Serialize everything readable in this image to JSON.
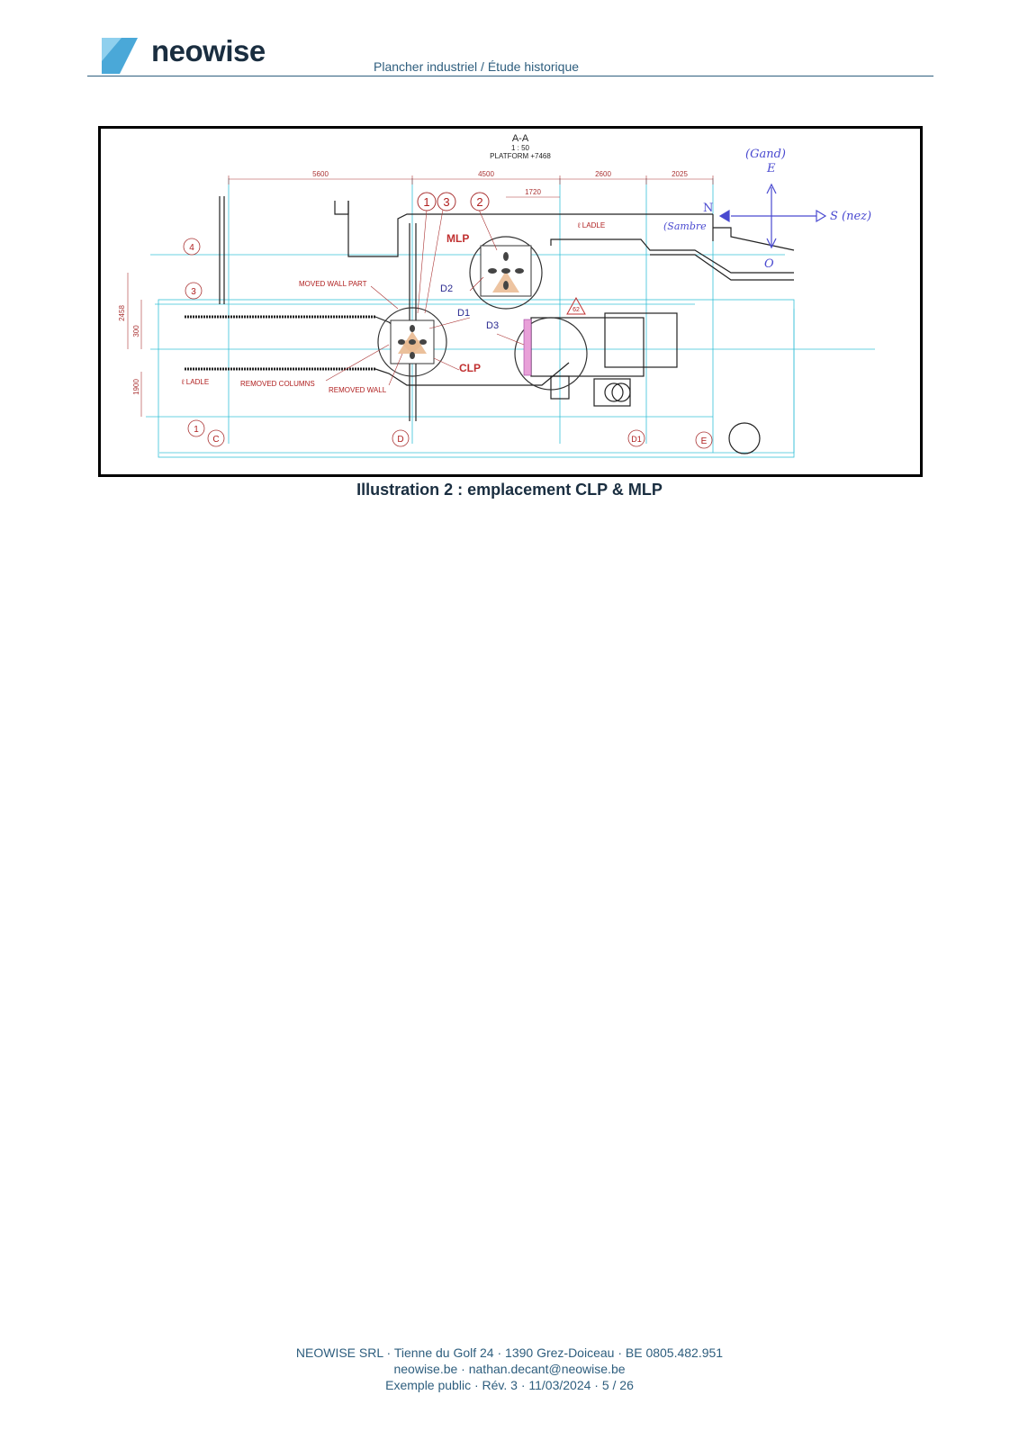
{
  "header": {
    "brand": "neowise",
    "title": "Plancher industriel  /  Étude historique",
    "accent": "#4aa8d8"
  },
  "figure": {
    "caption": "Illustration 2 : emplacement CLP & MLP",
    "section_title": "A-A",
    "scale": "1 : 50",
    "platform": "PLATFORM +7468",
    "dimensions": [
      "5600",
      "4500",
      "2600",
      "2025",
      "1720"
    ],
    "vertical_dimensions": [
      "2458",
      "300",
      "1900"
    ],
    "labels": {
      "mlp": "MLP",
      "clp": "CLP",
      "ladle_top": "ℓ LADLE",
      "ladle_left": "ℓ LADLE",
      "moved_wall": "MOVED WALL PART",
      "removed_columns": "REMOVED COLUMNS",
      "removed_wall": "REMOVED WALL",
      "d1": "D1",
      "d2": "D2",
      "d3": "D3",
      "tri": "62"
    },
    "row_markers": [
      "4",
      "3",
      "1"
    ],
    "callouts": [
      "1",
      "3",
      "2"
    ],
    "grid_axes": [
      "C",
      "D",
      "D1",
      "E"
    ],
    "handwritten": {
      "top": "(Gand)",
      "e": "E",
      "n": "N",
      "s": "S (nez)",
      "left": "(Sambre",
      "o": "O"
    }
  },
  "footer": {
    "line1": "NEOWISE SRL · Tienne du Golf 24 · 1390 Grez-Doiceau · BE 0805.482.951",
    "line2": "neowise.be · nathan.decant@neowise.be",
    "line3": "Exemple public · Rév. 3 · 11/03/2024 · 5 / 26"
  }
}
